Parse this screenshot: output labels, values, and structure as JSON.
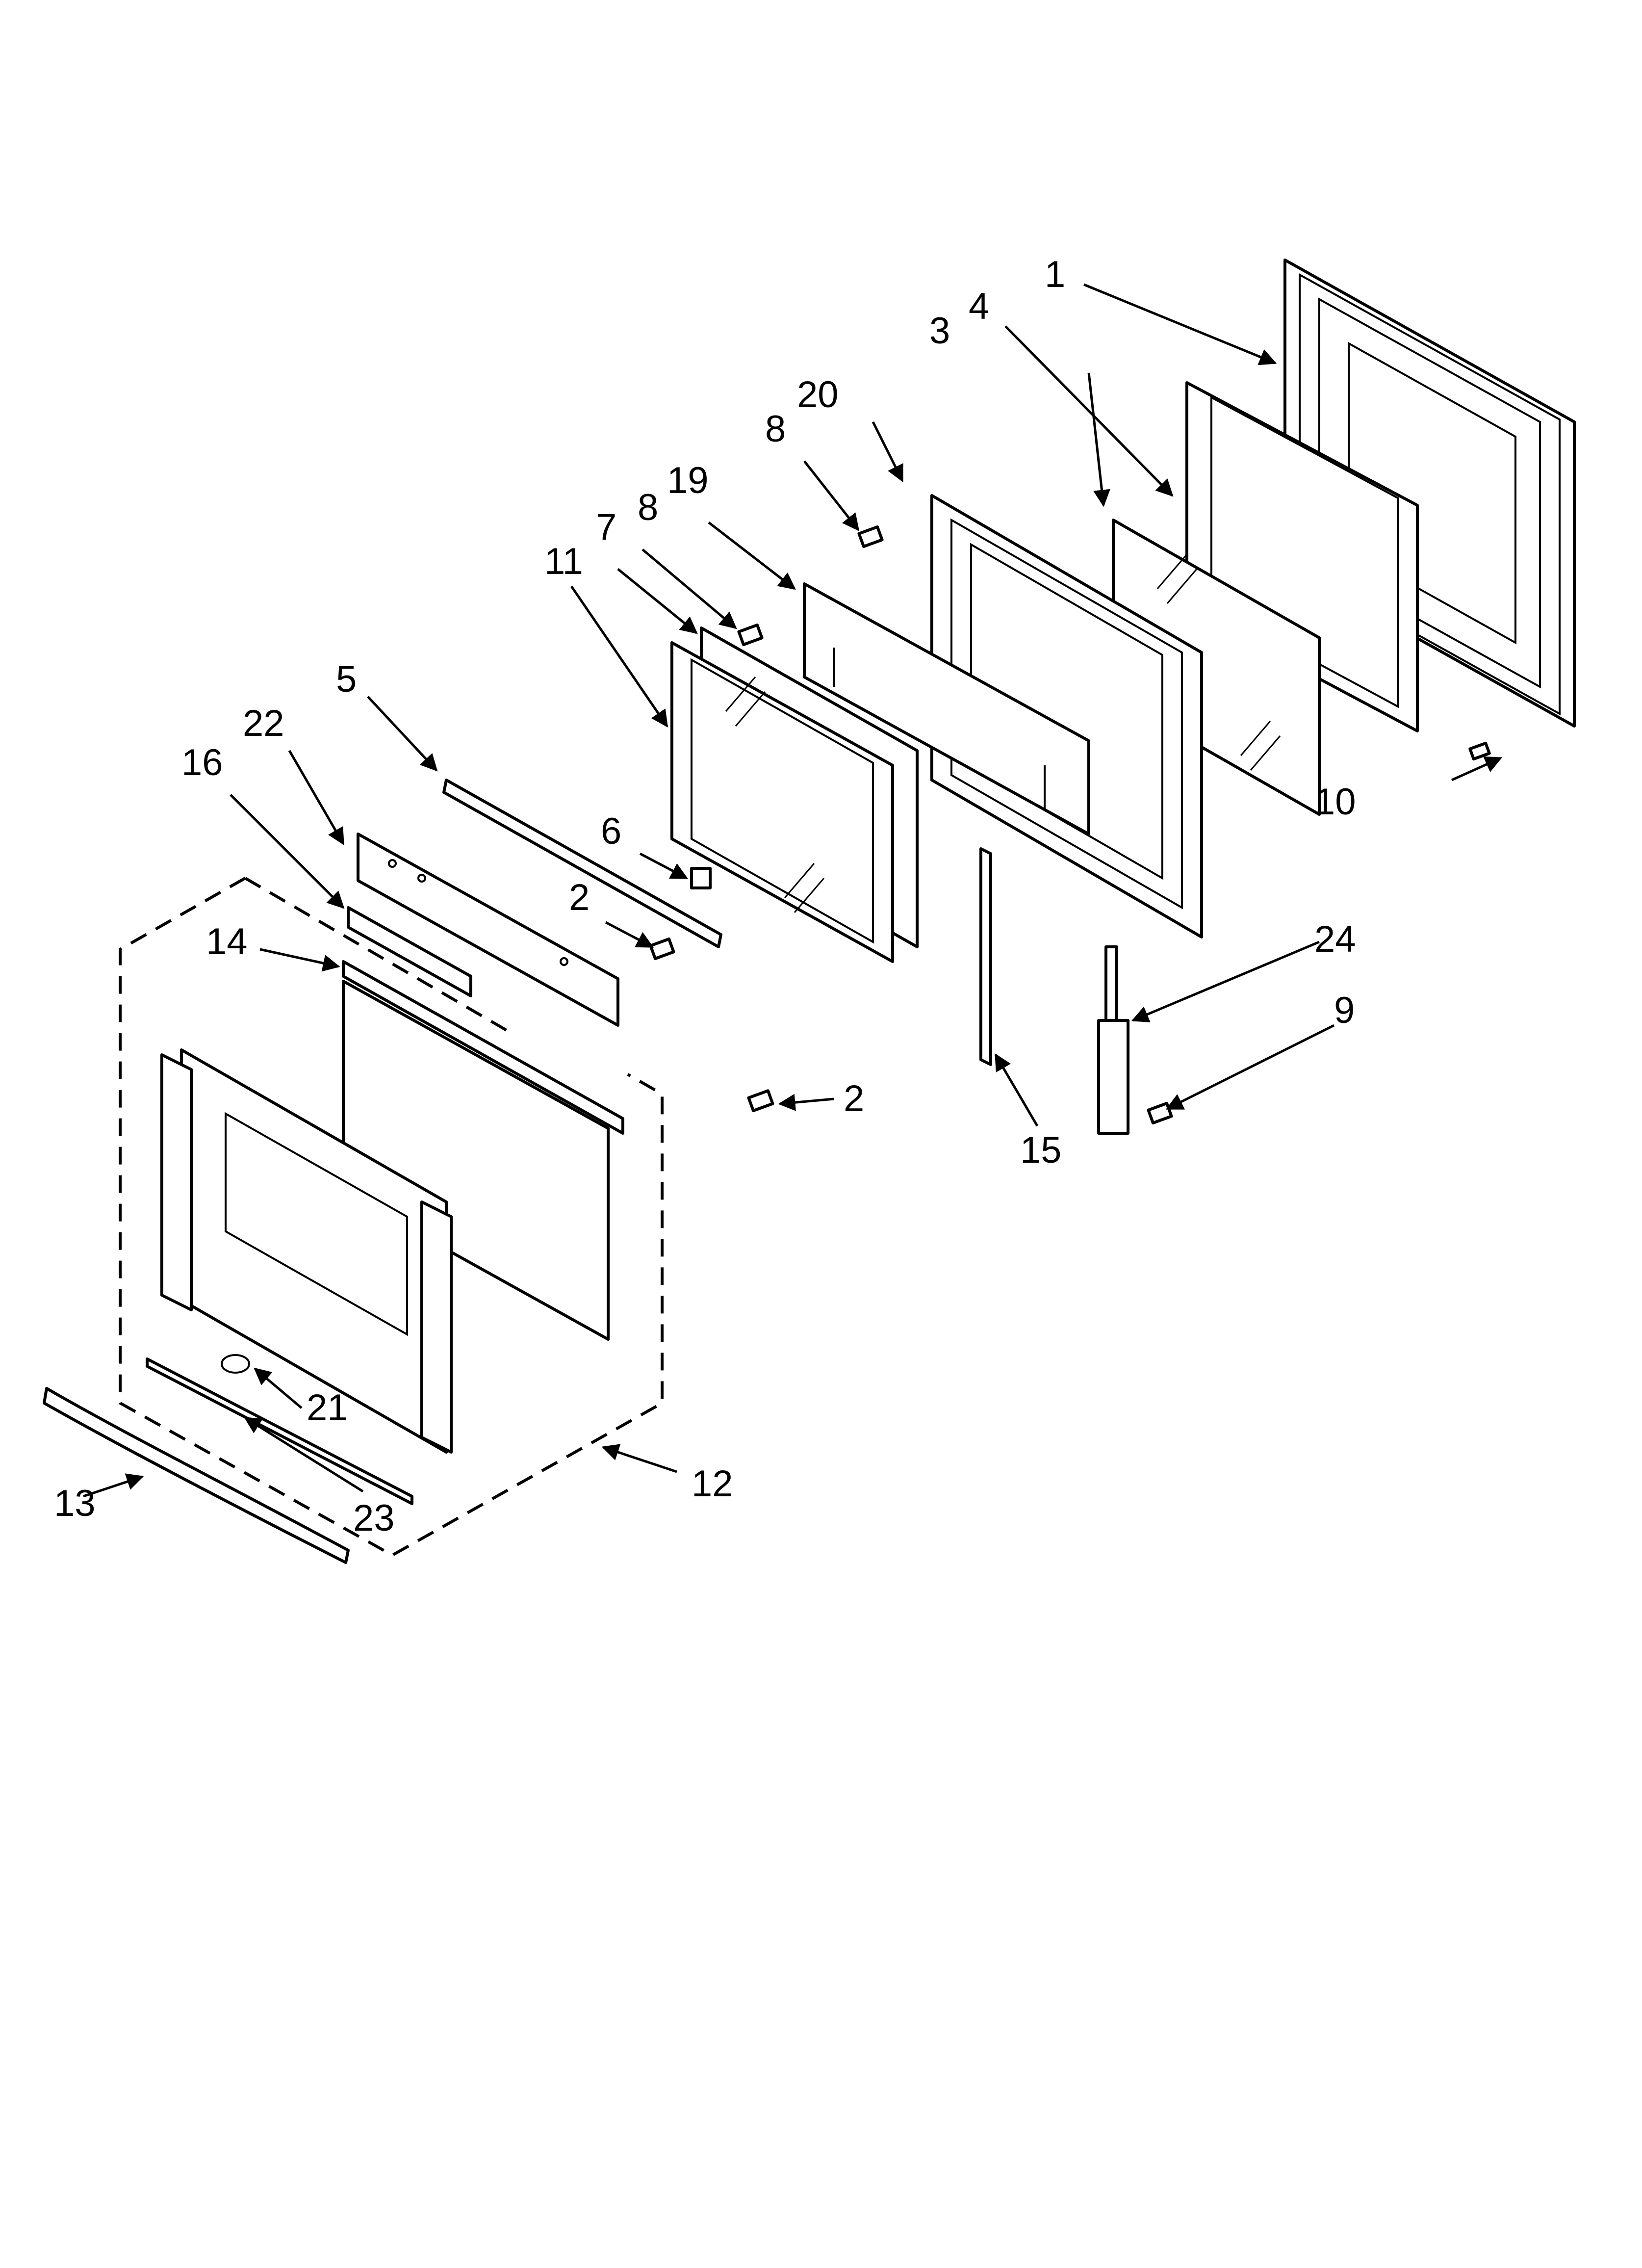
{
  "diagram": {
    "type": "exploded-parts-view",
    "callouts": [
      {
        "id": "1",
        "label": "1"
      },
      {
        "id": "2a",
        "label": "2"
      },
      {
        "id": "2b",
        "label": "2"
      },
      {
        "id": "3",
        "label": "3"
      },
      {
        "id": "4",
        "label": "4"
      },
      {
        "id": "5",
        "label": "5"
      },
      {
        "id": "6",
        "label": "6"
      },
      {
        "id": "7",
        "label": "7"
      },
      {
        "id": "8a",
        "label": "8"
      },
      {
        "id": "8b",
        "label": "8"
      },
      {
        "id": "9",
        "label": "9"
      },
      {
        "id": "10",
        "label": "10"
      },
      {
        "id": "11",
        "label": "11"
      },
      {
        "id": "12",
        "label": "12"
      },
      {
        "id": "13",
        "label": "13"
      },
      {
        "id": "14",
        "label": "14"
      },
      {
        "id": "15",
        "label": "15"
      },
      {
        "id": "16",
        "label": "16"
      },
      {
        "id": "19",
        "label": "19"
      },
      {
        "id": "20",
        "label": "20"
      },
      {
        "id": "21",
        "label": "21"
      },
      {
        "id": "22",
        "label": "22"
      },
      {
        "id": "23",
        "label": "23"
      },
      {
        "id": "24",
        "label": "24"
      }
    ]
  }
}
